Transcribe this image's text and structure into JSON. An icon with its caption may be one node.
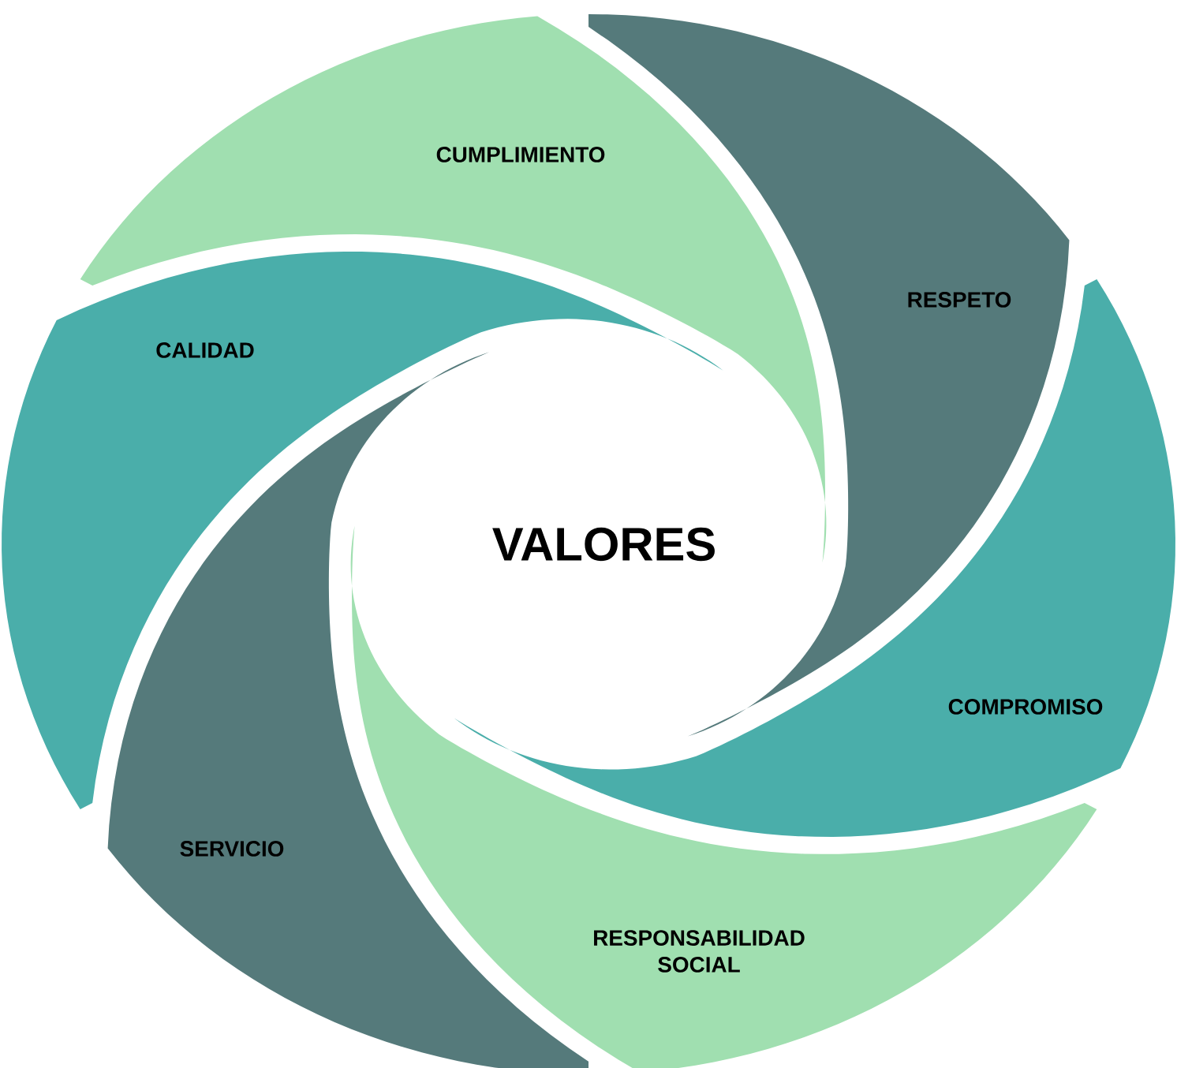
{
  "diagram": {
    "nodes": [
      {
        "text": [
          "CUMPLIMIENTO"
        ]
      },
      {
        "text": [
          "RESPETO"
        ]
      },
      {
        "text": [
          "CALIDAD"
        ]
      },
      {
        "text": [
          "COMPROMISO"
        ]
      },
      {
        "text": [
          "SERVICIO"
        ]
      },
      {
        "text": [
          "RESPONSABILIDAD SOCIAL"
        ]
      }
    ],
    "labels": [
      "VALORES"
    ]
  }
}
